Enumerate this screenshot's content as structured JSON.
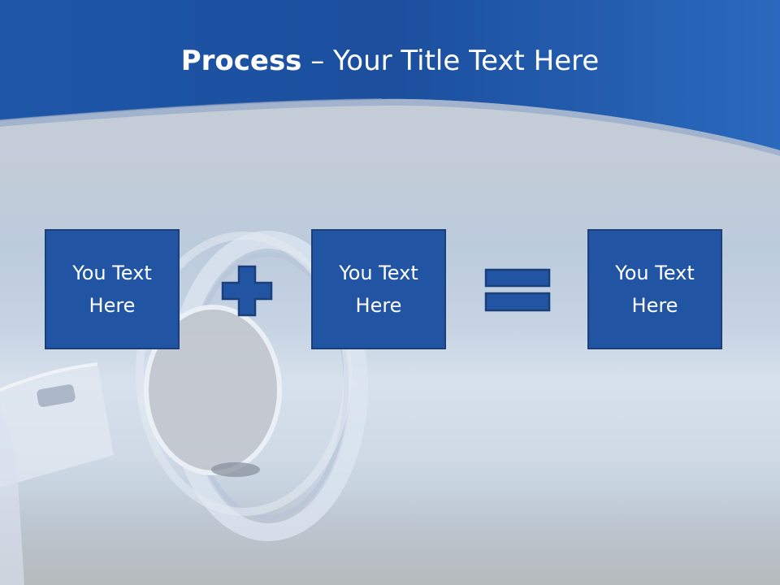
{
  "slide": {
    "title_bold": "Process",
    "title_rest": " – Your Title Text Here"
  },
  "process": {
    "boxes": [
      {
        "line1": "You Text",
        "line2": "Here"
      },
      {
        "line1": "You Text",
        "line2": "Here"
      },
      {
        "line1": "You Text",
        "line2": "Here"
      }
    ],
    "operators": [
      "plus-icon",
      "equals-icon"
    ]
  },
  "colors": {
    "header_blue": "#1f5bb0",
    "box_fill": "#2155a3",
    "box_border": "#1b3f78",
    "text": "#ffffff"
  }
}
